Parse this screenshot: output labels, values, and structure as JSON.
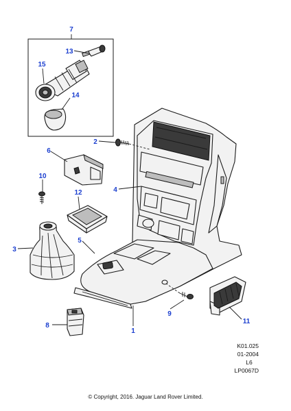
{
  "callouts": {
    "c1": "1",
    "c2": "2",
    "c3": "3",
    "c4": "4",
    "c5": "5",
    "c6": "6",
    "c7": "7",
    "c8": "8",
    "c9": "9",
    "c10": "10",
    "c11": "11",
    "c12": "12",
    "c13": "13",
    "c14": "14",
    "c15": "15"
  },
  "reference": {
    "line1": "K01.025",
    "line2": "01-2004",
    "line3": "L6",
    "line4": "LP0067D"
  },
  "copyright": "© Copyright, 2016. Jaguar Land Rover Limited.",
  "colors": {
    "callout": "#1a3ecf",
    "line": "#1a1a1a"
  }
}
